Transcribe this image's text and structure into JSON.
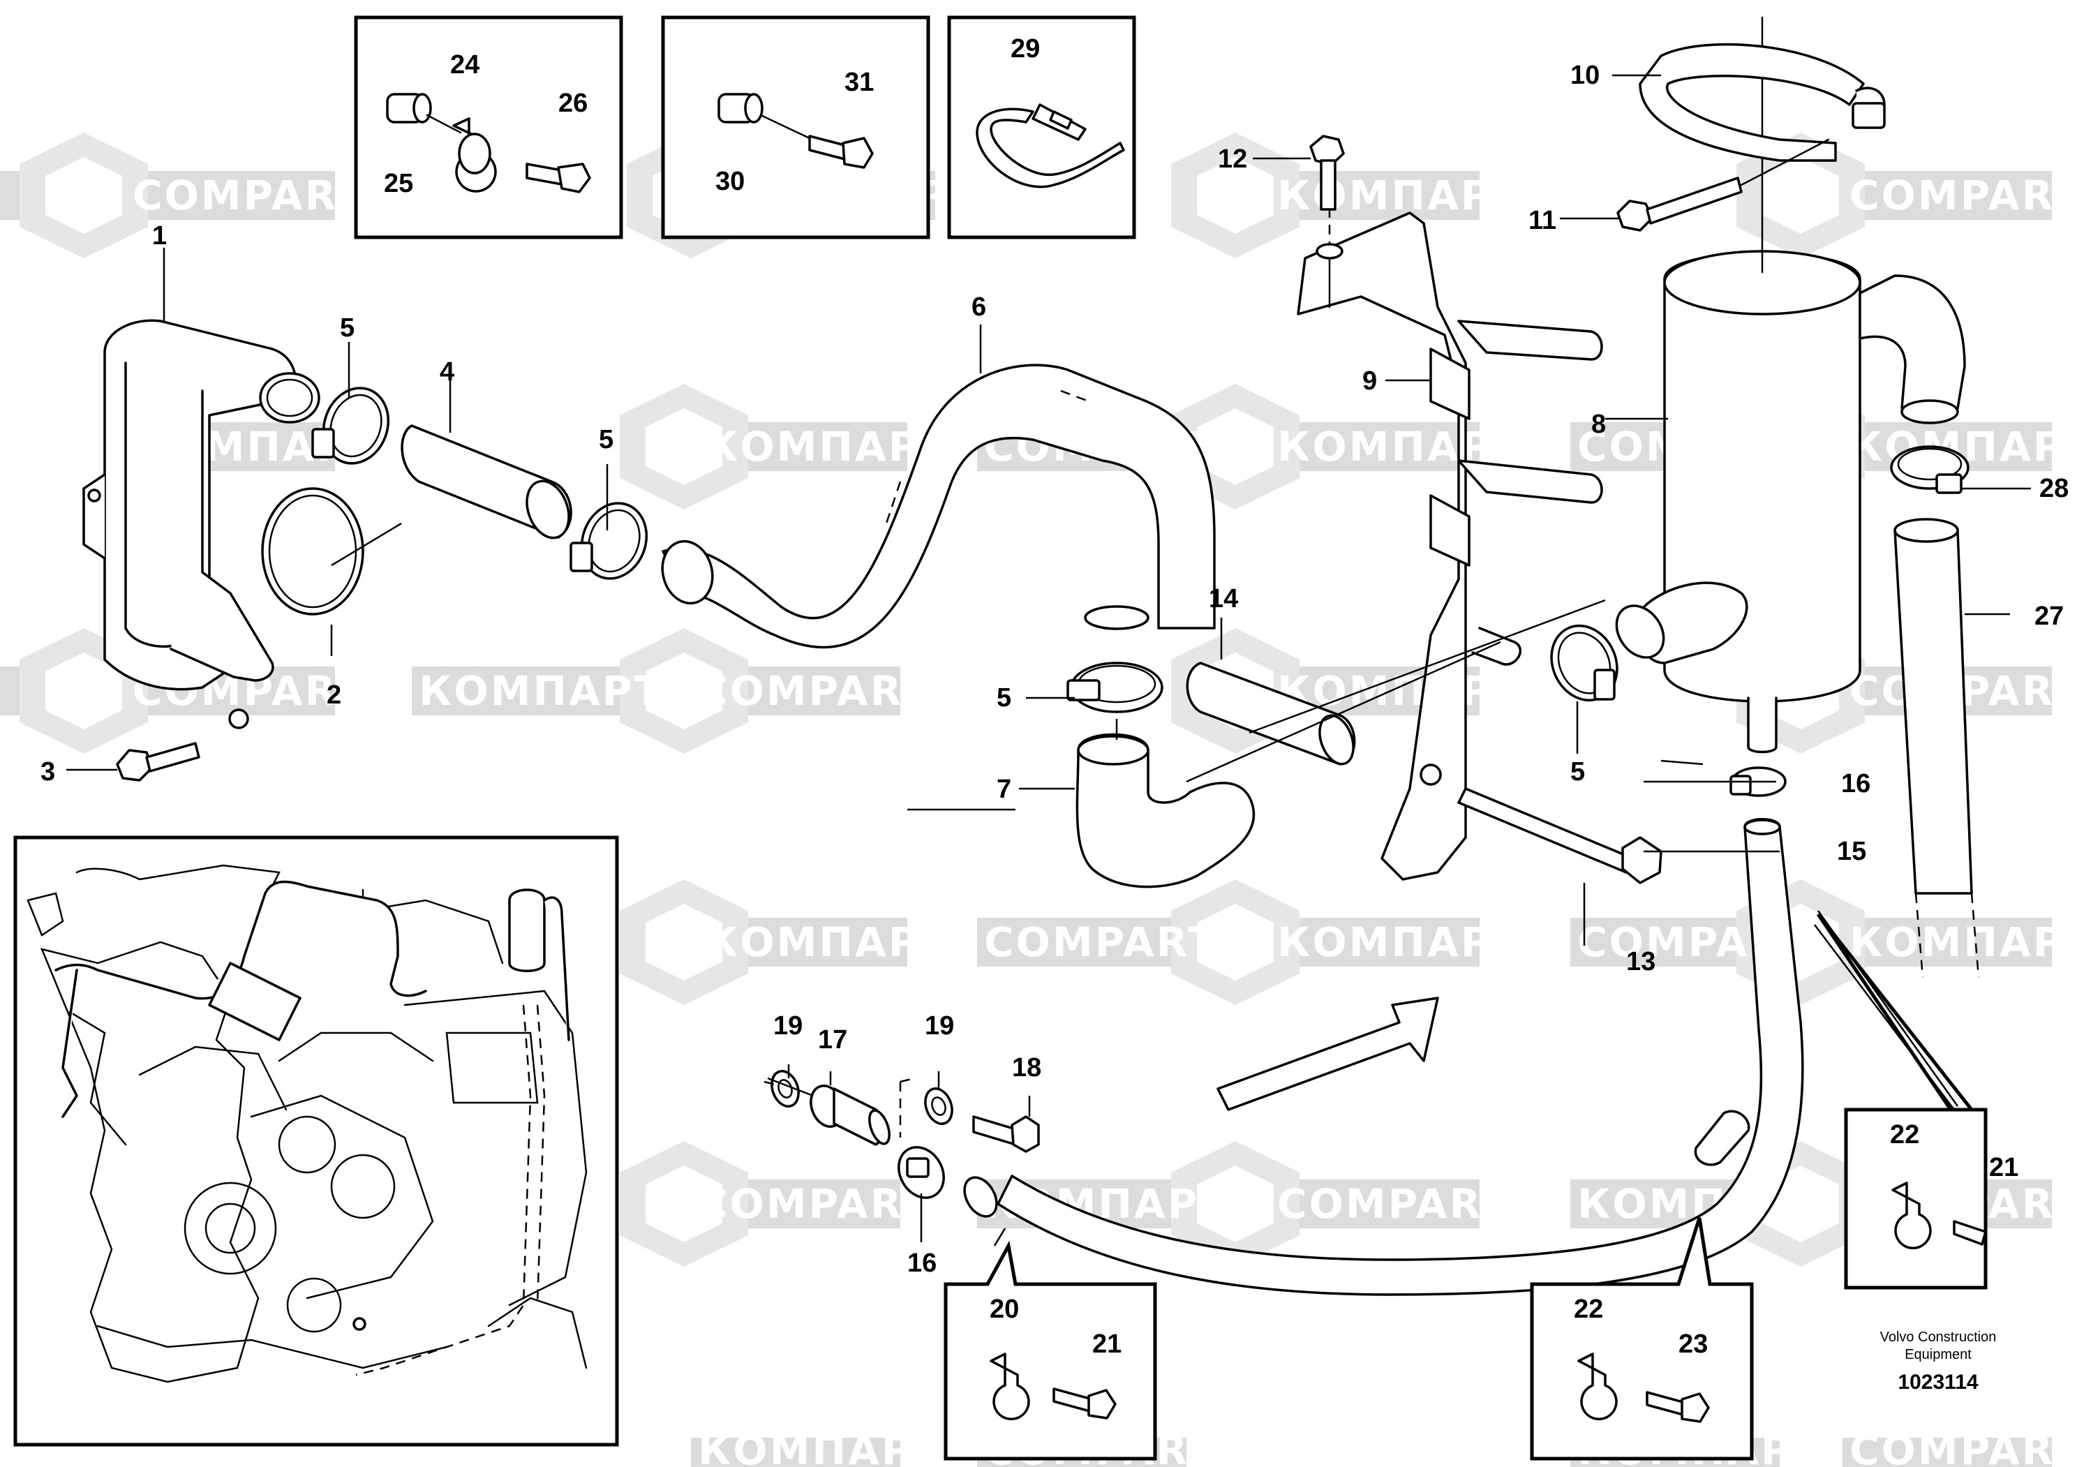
{
  "watermarks": {
    "latin": "COMPART",
    "cyrillic": "КОМПАРТ"
  },
  "callouts": {
    "c1": "1",
    "c2": "2",
    "c3": "3",
    "c4": "4",
    "c5a": "5",
    "c5b": "5",
    "c5c": "5",
    "c5d": "5",
    "c6": "6",
    "c7": "7",
    "c8": "8",
    "c9": "9",
    "c10": "10",
    "c11": "11",
    "c12": "12",
    "c13": "13",
    "c14": "14",
    "c15": "15",
    "c16a": "16",
    "c16b": "16",
    "c17": "17",
    "c18": "18",
    "c19a": "19",
    "c19b": "19",
    "c20": "20",
    "c21a": "21",
    "c21b": "21",
    "c22a": "22",
    "c22b": "22",
    "c23": "23",
    "c24": "24",
    "c25": "25",
    "c26": "26",
    "c27": "27",
    "c28": "28",
    "c29": "29",
    "c30": "30",
    "c31": "31"
  },
  "caption": {
    "line1": "Volvo Construction",
    "line2": "Equipment",
    "doc_number": "1023114"
  }
}
